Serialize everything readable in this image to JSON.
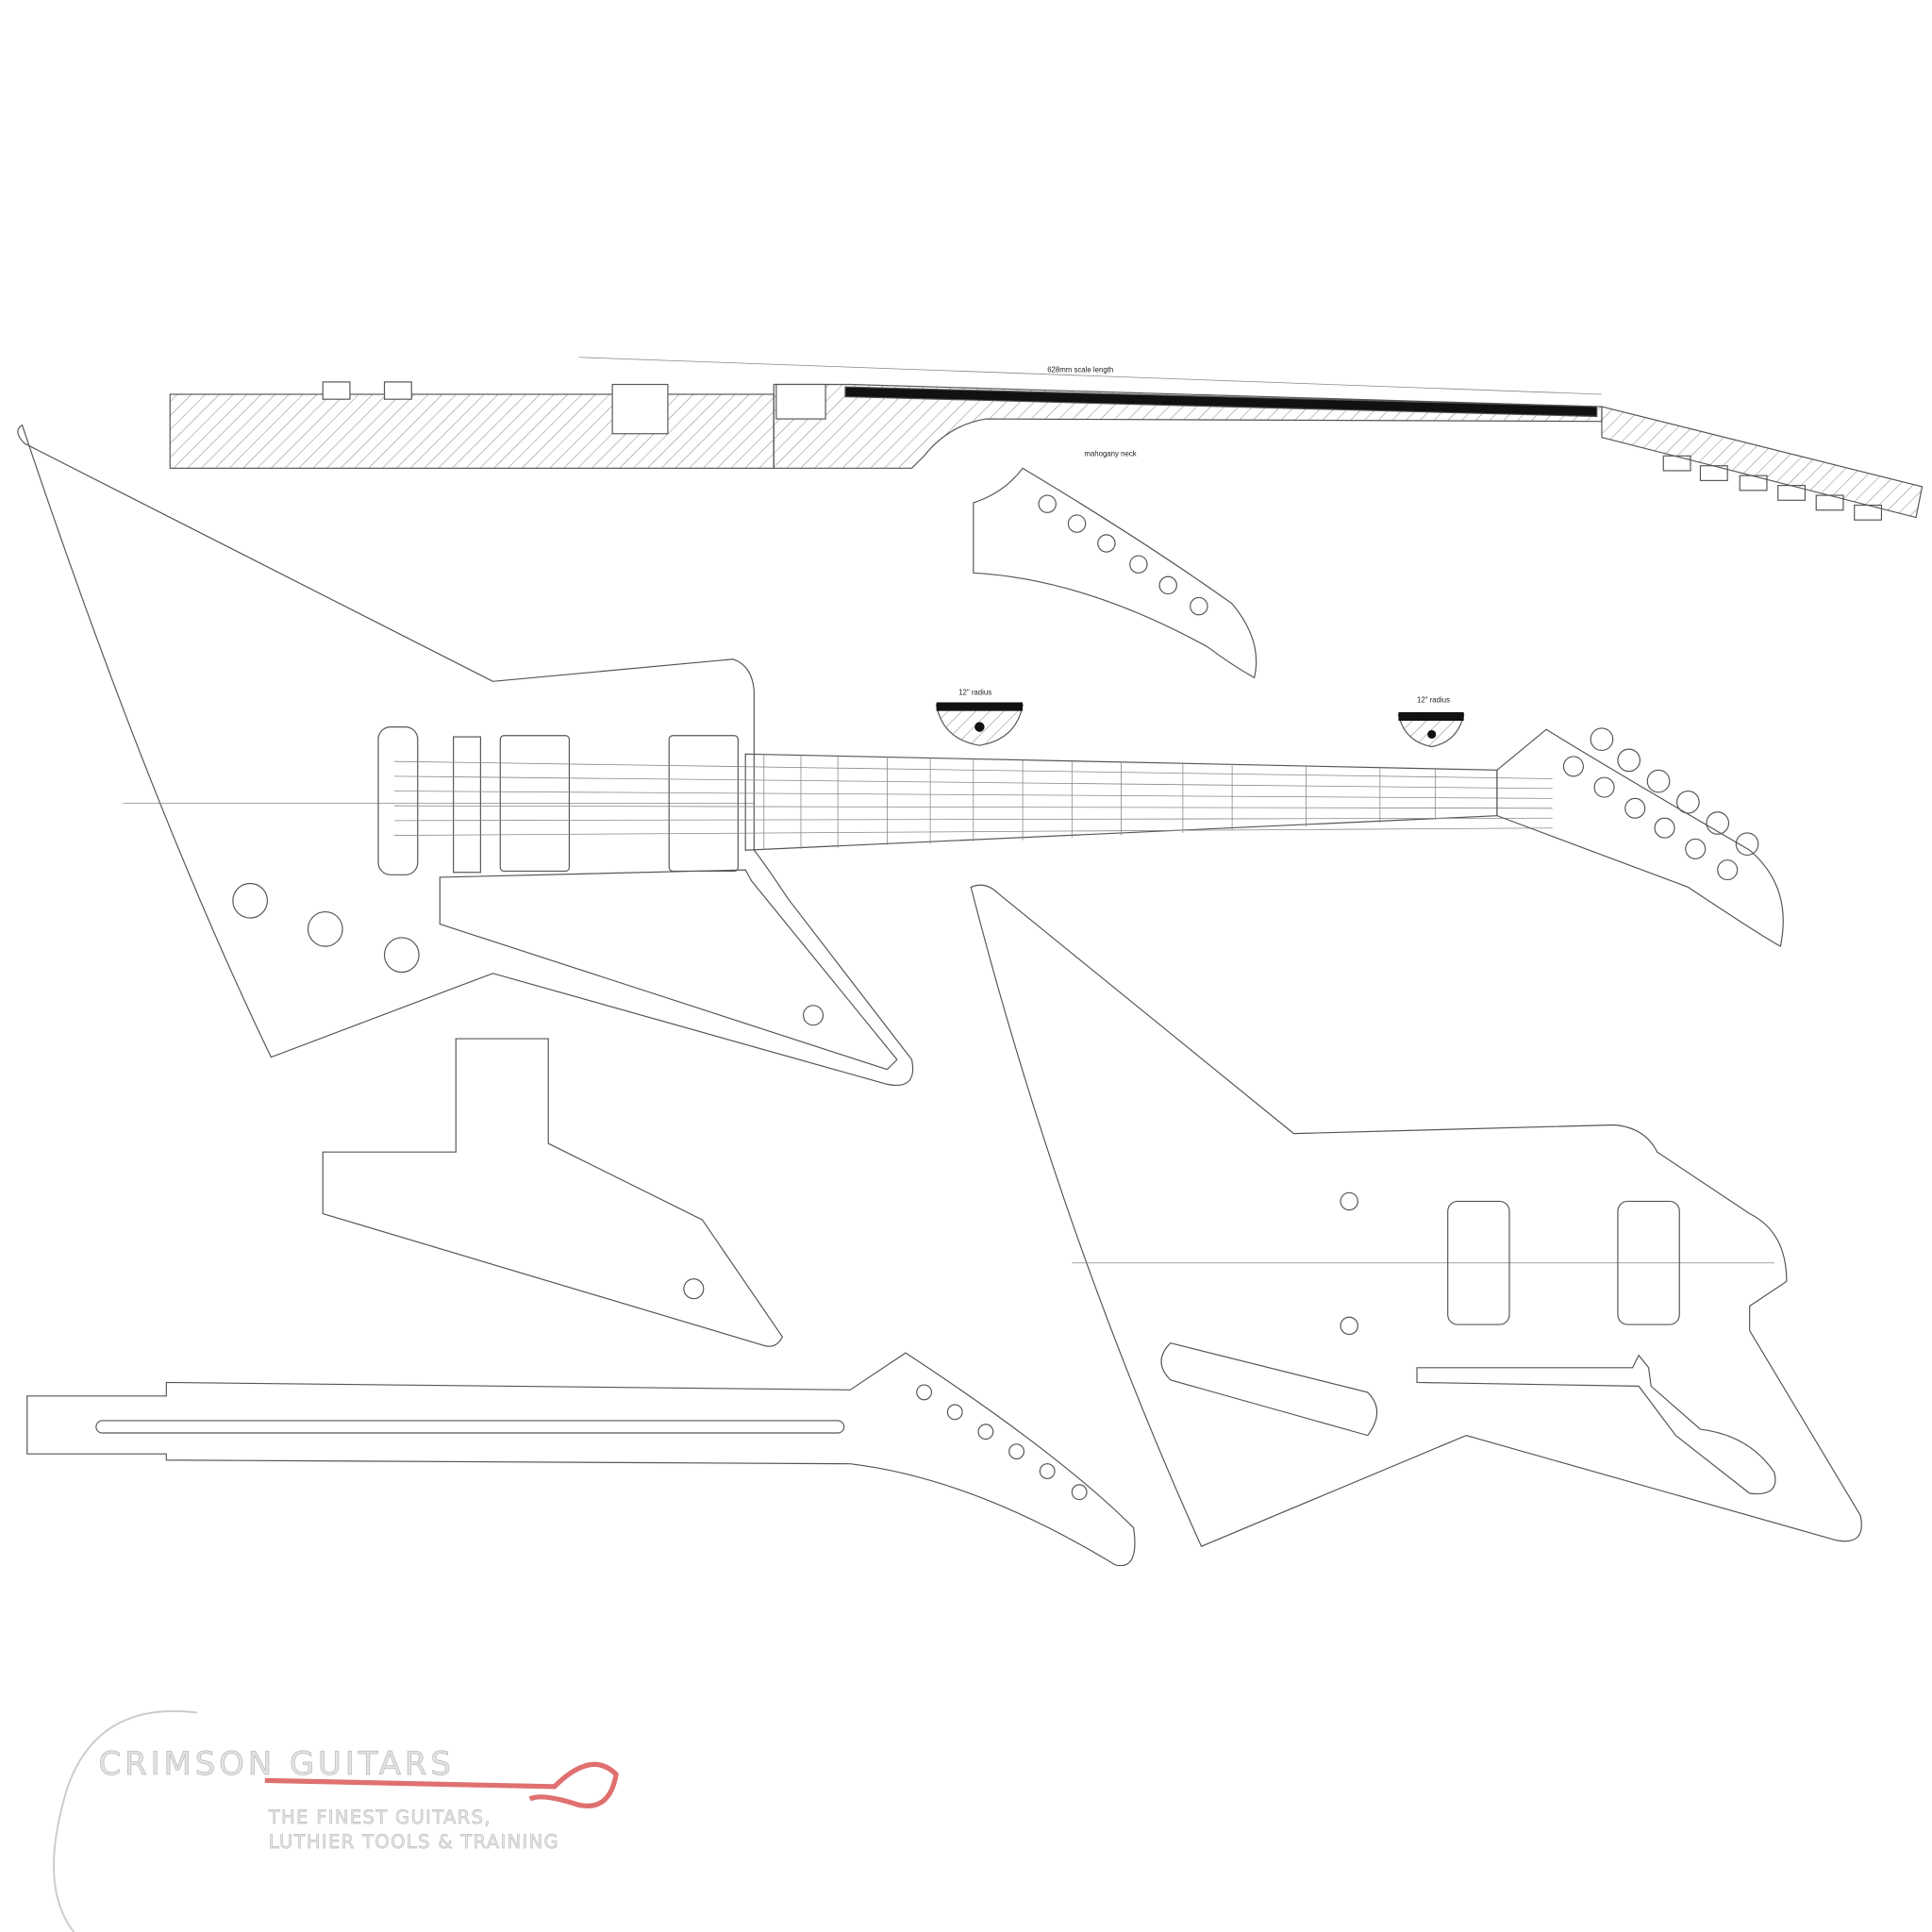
{
  "labels": {
    "scale_length": "628mm scale length",
    "neck_material": "mahogany neck",
    "radius_1": "12\" radius",
    "radius_2": "12\" radius"
  },
  "logo": {
    "brand": "CRIMSON GUITARS",
    "tagline_1": "THE FINEST GUITARS,",
    "tagline_2": "LUTHIER TOOLS & TRAINING",
    "accent_color": "#e07070"
  },
  "colors": {
    "outline": "#555555",
    "dimension": "#3a7fc0",
    "fretboard_black": "#111111"
  }
}
